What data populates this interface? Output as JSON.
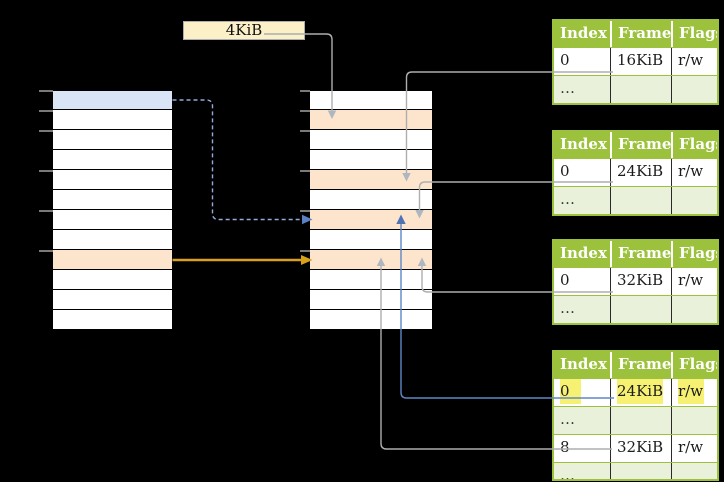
{
  "title_box": {
    "label": "4KiB"
  },
  "ellipsis": "…",
  "page_tables": [
    {
      "name": "page-table-1",
      "headers": [
        "Index",
        "Frame",
        "Flags"
      ],
      "rows": [
        {
          "variant": "plain",
          "cells": [
            "0",
            "16KiB",
            "r/w"
          ]
        },
        {
          "variant": "dots",
          "cells": [
            "…",
            "",
            ""
          ]
        }
      ]
    },
    {
      "name": "page-table-2",
      "headers": [
        "Index",
        "Frame",
        "Flags"
      ],
      "rows": [
        {
          "variant": "plain",
          "cells": [
            "0",
            "24KiB",
            "r/w"
          ]
        },
        {
          "variant": "dots",
          "cells": [
            "…",
            "",
            ""
          ]
        }
      ]
    },
    {
      "name": "page-table-3",
      "headers": [
        "Index",
        "Frame",
        "Flags"
      ],
      "rows": [
        {
          "variant": "plain",
          "cells": [
            "0",
            "32KiB",
            "r/w"
          ]
        },
        {
          "variant": "dots",
          "cells": [
            "…",
            "",
            ""
          ]
        }
      ]
    },
    {
      "name": "page-table-4",
      "headers": [
        "Index",
        "Frame",
        "Flags"
      ],
      "rows": [
        {
          "variant": "highlight",
          "cells": [
            "0",
            "24KiB",
            "r/w"
          ]
        },
        {
          "variant": "dots",
          "cells": [
            "…",
            "",
            ""
          ]
        },
        {
          "variant": "plain",
          "cells": [
            "8",
            "32KiB",
            "r/w"
          ]
        },
        {
          "variant": "dots",
          "cells": [
            "…",
            "",
            ""
          ]
        }
      ]
    }
  ],
  "memory_columns": {
    "left": {
      "row_count": 12,
      "blue_rows": [
        0
      ],
      "orange_rows": [
        8
      ]
    },
    "right": {
      "row_count": 12,
      "blue_rows": [],
      "orange_rows": [
        1,
        4,
        6,
        8
      ]
    }
  },
  "palette": {
    "header_green": "#9CC23D",
    "row_green": "#EAF1DB",
    "orange_fill": "#FCE5CC",
    "blue_fill": "#D9E5F6",
    "cream": "#FBF0C8",
    "yellow_hl": "#F6F172",
    "gray_line": "#AEAEAE",
    "blue_line": "#5E87C6",
    "dash_line": "#94A9DA",
    "orange_line": "#D9A019"
  }
}
